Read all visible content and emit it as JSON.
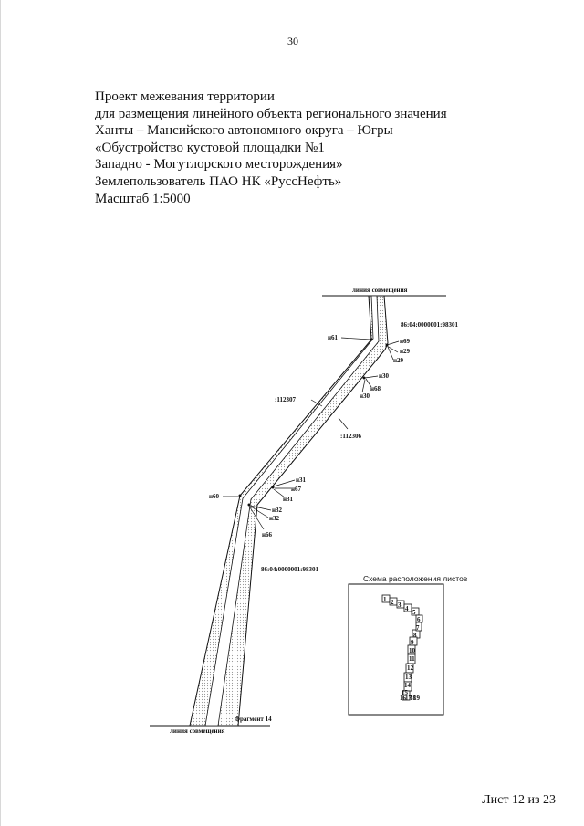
{
  "page_number": "30",
  "title_lines": [
    "Проект межевания территории",
    "для размещения линейного объекта регионального значения",
    "Ханты – Мансийского автономного округа – Югры",
    "«Обустройство кустовой площадки №1",
    "Западно - Могутлорского месторождения»",
    "Землепользователь ПАО НК «РуссНефть»",
    "Масштаб 1:5000"
  ],
  "map": {
    "top_line_label": "линия совмещения",
    "bottom_line_label": "линия совмещения",
    "cadastral_top": "86:04:0000001:98301",
    "cadastral_bottom": "86:04:0000001:98301",
    "parcel_left": ":112307",
    "parcel_right": ":112306",
    "fragment_label": "Фрагмент 14",
    "points": {
      "n61": "н61",
      "n69": "н69",
      "n29a": "н29",
      "n29b": "н29",
      "n30a": "н30",
      "n68": "н68",
      "n30b": "н30",
      "n31a": "н31",
      "n67": "н67",
      "n31b": "н31",
      "n60": "н60",
      "n32a": "н32",
      "n32b": "н32",
      "n66": "н66"
    }
  },
  "inset": {
    "title": "Схема расположения листов",
    "sheet_numbers": [
      "1",
      "2",
      "3",
      "4",
      "5",
      "6",
      "7",
      "8",
      "9",
      "10",
      "11",
      "12",
      "13",
      "14",
      "15",
      "16",
      "17",
      "18",
      "19"
    ]
  },
  "sheet_label": "Лист 12 из 23"
}
